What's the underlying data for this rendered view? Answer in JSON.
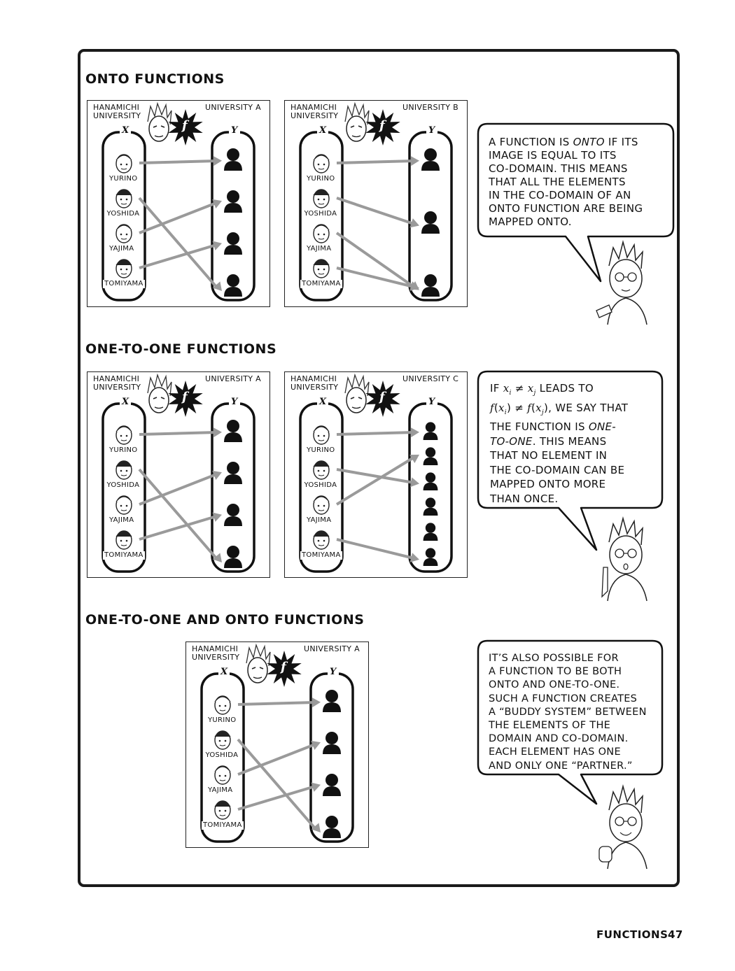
{
  "sections": [
    {
      "title": "ONTO FUNCTIONS",
      "panels": [
        {
          "left_label": "HANAMICHI\nUNIVERSITY",
          "right_label": "UNIVERSITY A",
          "f_label": "f",
          "x_label": "X",
          "y_label": "Y",
          "domain": [
            "YURINO",
            "YOSHIDA",
            "YAJIMA",
            "TOMIYAMA"
          ],
          "codomain_count": 4,
          "mapping": [
            0,
            3,
            1,
            2
          ]
        },
        {
          "left_label": "HANAMICHI\nUNIVERSITY",
          "right_label": "UNIVERSITY B",
          "f_label": "f",
          "x_label": "X",
          "y_label": "Y",
          "domain": [
            "YURINO",
            "YOSHIDA",
            "YAJIMA",
            "TOMIYAMA"
          ],
          "codomain_count": 3,
          "mapping": [
            0,
            1,
            2,
            2
          ]
        }
      ],
      "bubble_text": "A FUNCTION IS ONTO IF ITS\nIMAGE IS EQUAL TO ITS\nCO-DOMAIN. THIS MEANS\nTHAT ALL THE ELEMENTS\nIN THE CO-DOMAIN OF AN\nONTO FUNCTION ARE BEING\nMAPPED ONTO."
    },
    {
      "title": "ONE-TO-ONE FUNCTIONS",
      "panels": [
        {
          "left_label": "HANAMICHI\nUNIVERSITY",
          "right_label": "UNIVERSITY A",
          "f_label": "f",
          "x_label": "X",
          "y_label": "Y",
          "domain": [
            "YURINO",
            "YOSHIDA",
            "YAJIMA",
            "TOMIYAMA"
          ],
          "codomain_count": 4,
          "mapping": [
            0,
            3,
            1,
            2
          ]
        },
        {
          "left_label": "HANAMICHI\nUNIVERSITY",
          "right_label": "UNIVERSITY C",
          "f_label": "f",
          "x_label": "X",
          "y_label": "Y",
          "domain": [
            "YURINO",
            "YOSHIDA",
            "YAJIMA",
            "TOMIYAMA"
          ],
          "codomain_count": 6,
          "mapping": [
            0,
            2,
            1,
            5
          ]
        }
      ],
      "bubble_text": "IF xi ≠ xj LEADS TO\nf(xi) ≠ f(xj), WE SAY THAT\nTHE FUNCTION IS ONE-\nTO-ONE. THIS MEANS\nTHAT NO ELEMENT IN\nTHE CO-DOMAIN CAN BE\nMAPPED ONTO MORE\nTHAN ONCE."
    },
    {
      "title": "ONE-TO-ONE AND ONTO FUNCTIONS",
      "panels": [
        {
          "left_label": "HANAMICHI\nUNIVERSITY",
          "right_label": "UNIVERSITY A",
          "f_label": "f",
          "x_label": "X",
          "y_label": "Y",
          "domain": [
            "YURINO",
            "YOSHIDA",
            "YAJIMA",
            "TOMIYAMA"
          ],
          "codomain_count": 4,
          "mapping": [
            0,
            3,
            1,
            2
          ]
        }
      ],
      "bubble_text": "IT'S ALSO POSSIBLE FOR\nA FUNCTION TO BE BOTH\nONTO AND ONE-TO-ONE.\nSUCH A FUNCTION CREATES\nA \"BUDDY SYSTEM\" BETWEEN\nTHE ELEMENTS OF THE\nDOMAIN AND CO-DOMAIN.\nEACH ELEMENT HAS ONE\nAND ONLY ONE \"PARTNER.\""
    }
  ],
  "footer": {
    "chapter": "FUNCTIONS",
    "page": "47"
  },
  "colors": {
    "arrow": "#9a9a9a",
    "ink": "#111111",
    "border": "#1a1a1a"
  }
}
